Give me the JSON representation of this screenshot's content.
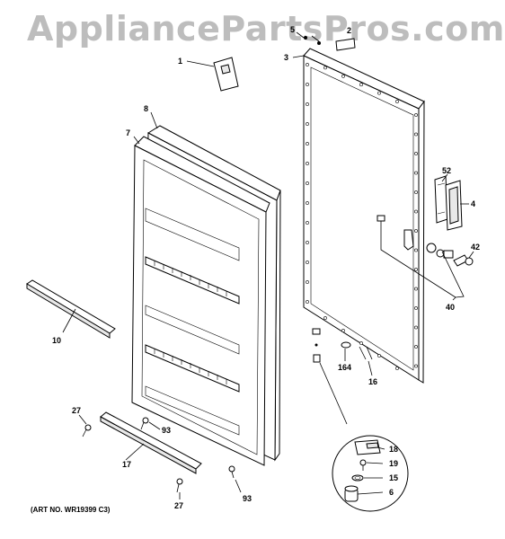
{
  "watermark": "AppliancePartsPros.com",
  "art_number": "(ART NO. WR19399 C3)",
  "callouts": [
    {
      "id": "c-5",
      "label": "5"
    },
    {
      "id": "c-2",
      "label": "2"
    },
    {
      "id": "c-1",
      "label": "1"
    },
    {
      "id": "c-3",
      "label": "3"
    },
    {
      "id": "c-8",
      "label": "8"
    },
    {
      "id": "c-7",
      "label": "7"
    },
    {
      "id": "c-52",
      "label": "52"
    },
    {
      "id": "c-4",
      "label": "4"
    },
    {
      "id": "c-42",
      "label": "42"
    },
    {
      "id": "c-40",
      "label": "40"
    },
    {
      "id": "c-10",
      "label": "10"
    },
    {
      "id": "c-164",
      "label": "164"
    },
    {
      "id": "c-16",
      "label": "16"
    },
    {
      "id": "c-27a",
      "label": "27"
    },
    {
      "id": "c-93a",
      "label": "93"
    },
    {
      "id": "c-17",
      "label": "17"
    },
    {
      "id": "c-27b",
      "label": "27"
    },
    {
      "id": "c-93b",
      "label": "93"
    },
    {
      "id": "c-18",
      "label": "18"
    },
    {
      "id": "c-19",
      "label": "19"
    },
    {
      "id": "c-15",
      "label": "15"
    },
    {
      "id": "c-6",
      "label": "6"
    }
  ]
}
